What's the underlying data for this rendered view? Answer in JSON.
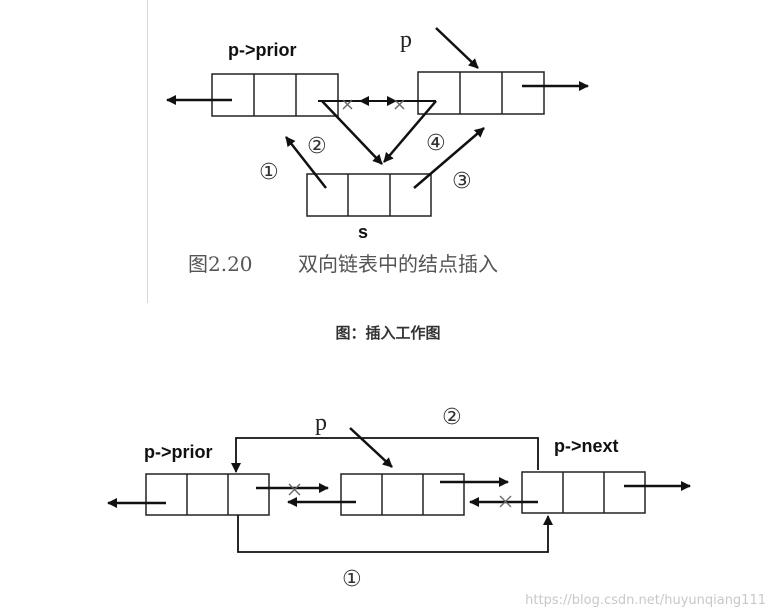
{
  "top_diagram": {
    "label_prior": "p->prior",
    "label_p": "p",
    "label_s": "s",
    "step1": "①",
    "step2": "②",
    "step3": "③",
    "step4": "④",
    "fig_number": "图2.20",
    "fig_title": "双向链表中的结点插入"
  },
  "middle_caption": "图：插入工作图",
  "bottom_diagram": {
    "label_prior": "p->prior",
    "label_next": "p->next",
    "label_p": "p",
    "step1": "①",
    "step2": "②"
  },
  "watermark": "https://blog.csdn.net/huyunqiang111"
}
